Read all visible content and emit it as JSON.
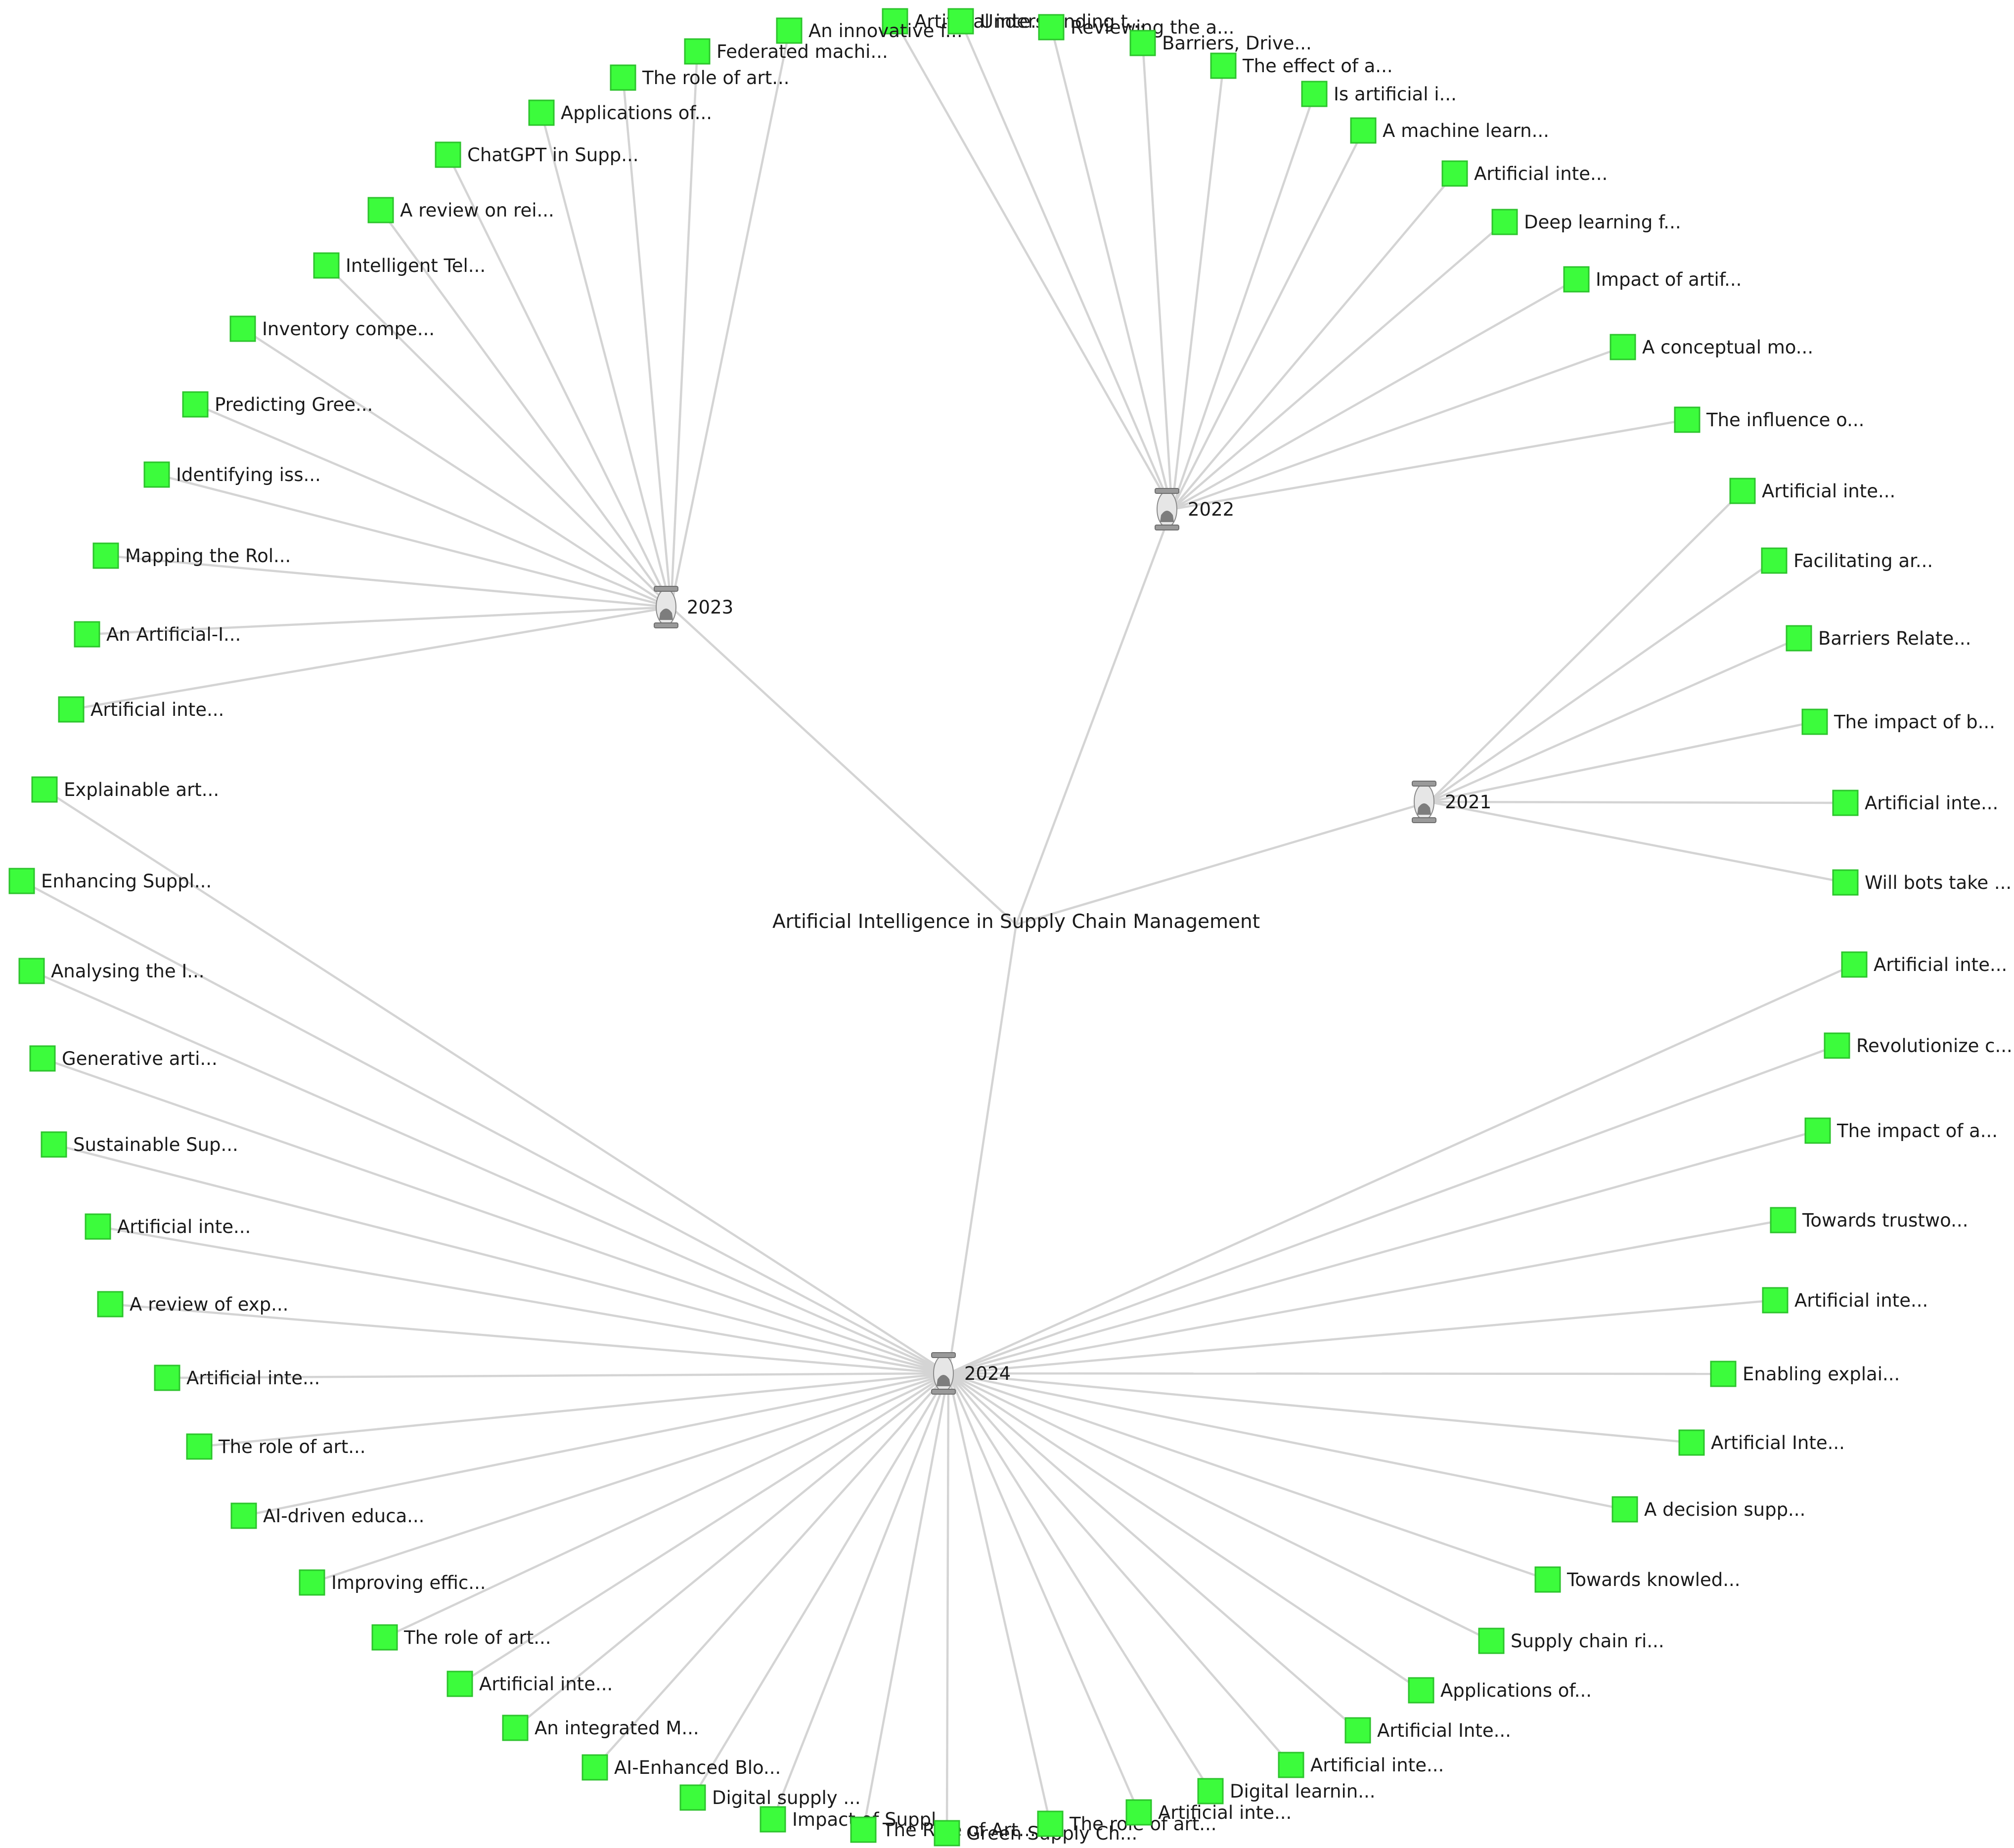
{
  "root": {
    "label": "Artificial Intelligence in Supply Chain Management"
  },
  "icons": {
    "year": "hourglass-icon",
    "paper": "green-square-icon"
  },
  "colors": {
    "paper_node": "#3cfc3c",
    "edge": "#d4d4d4",
    "year_icon": "#9a9a9a"
  },
  "groups": [
    {
      "year": "2021",
      "papers": [
        "Artificial inte...",
        "Facilitating ar...",
        "Barriers Relate...",
        "The impact of b...",
        "Artificial inte...",
        "Will bots take ..."
      ]
    },
    {
      "year": "2022",
      "papers": [
        "Artificial inte...",
        "Understanding t...",
        "Reviewing the a...",
        "Barriers, Drive...",
        "The effect of a...",
        "Is artificial i...",
        "A machine learn...",
        "Artificial inte...",
        "Deep learning f...",
        "Impact of artif...",
        "A conceptual mo...",
        "The influence o..."
      ]
    },
    {
      "year": "2023",
      "papers": [
        "An innovative f...",
        "Federated machi...",
        "The role of art...",
        "Applications of...",
        "ChatGPT in Supp...",
        "A review on rei...",
        "Intelligent Tel...",
        "Inventory compe...",
        "Predicting Gree...",
        "Identifying iss...",
        "Mapping the Rol...",
        "An Artificial-I...",
        "Artificial inte..."
      ]
    },
    {
      "year": "2024",
      "papers": [
        "Explainable art...",
        "Enhancing Suppl...",
        "Analysing the I...",
        "Generative arti...",
        "Sustainable Sup...",
        "Artificial inte...",
        "A review of exp...",
        "Artificial inte...",
        "The role of art...",
        "AI-driven educa...",
        "Improving effic...",
        "The role of art...",
        "Artificial inte...",
        "An integrated M...",
        "AI-Enhanced Blo...",
        "Digital supply ...",
        "Impact of Suppl...",
        "The Role of Art...",
        "Green Supply Ch...",
        "The role of art...",
        "Artificial inte...",
        "Digital learnin...",
        "Artificial inte...",
        "Artificial Inte...",
        "Applications of...",
        "Supply chain ri...",
        "Towards knowled...",
        "A decision supp...",
        "Artificial Inte...",
        "Enabling explai...",
        "Artificial inte...",
        "Towards trustwo...",
        "The impact of a...",
        "Revolutionize c...",
        "Artificial inte..."
      ]
    }
  ]
}
